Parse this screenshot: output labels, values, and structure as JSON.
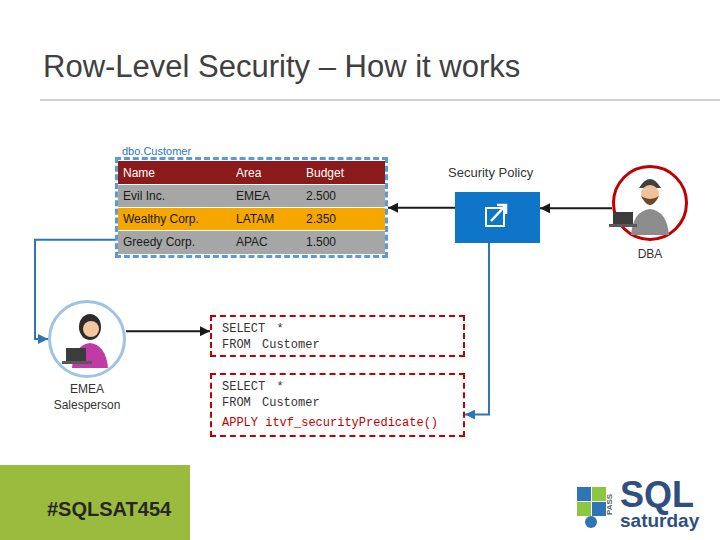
{
  "diagram": {
    "title": "Row-Level Security – How it works",
    "nodes": [
      {
        "text": [
          "dbo.Customer"
        ]
      },
      {
        "text": [
          "Security Policy"
        ]
      },
      {
        "text": [
          "DBA"
        ]
      },
      {
        "text": [
          "EMEA Salesperson"
        ]
      },
      {
        "text": [
          "SELECT * FROM Customer"
        ]
      },
      {
        "text": [
          "SELECT * FROM Customer",
          "APPLY itvf_securityPredicate()"
        ]
      }
    ],
    "edges": [
      {
        "from": 2,
        "to": 1,
        "arrow": "to"
      },
      {
        "from": 1,
        "to": 0,
        "arrow": "to"
      },
      {
        "from": 0,
        "to": 3,
        "arrow": "to"
      },
      {
        "from": 3,
        "to": 4,
        "arrow": "to"
      },
      {
        "from": 1,
        "to": 5,
        "arrow": "to"
      }
    ],
    "labels": [
      "Name",
      "Area",
      "Budget",
      "Evil Inc.",
      "EMEA",
      "2.500",
      "Wealthy Corp.",
      "LATAM",
      "2.350",
      "Greedy Corp.",
      "APAC",
      "1.500",
      "#SQLSAT454",
      "PASS",
      "SQL",
      "saturday"
    ]
  }
}
